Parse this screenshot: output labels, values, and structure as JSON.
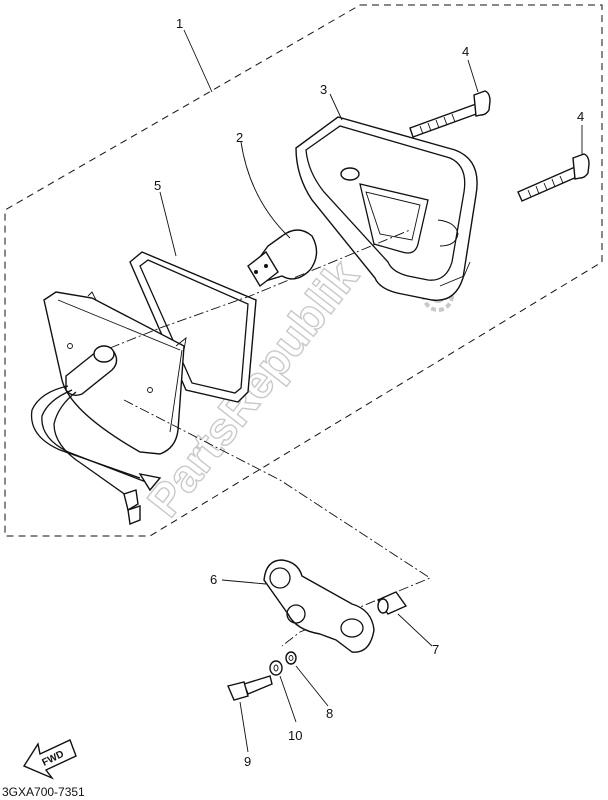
{
  "diagram": {
    "callouts": {
      "c1": "1",
      "c2": "2",
      "c3": "3",
      "c4a": "4",
      "c4b": "4",
      "c5": "5",
      "c6": "6",
      "c7": "7",
      "c8": "8",
      "c9": "9",
      "c10": "10"
    },
    "fwd_label": "FWD",
    "part_code": "3GXA700-7351",
    "watermark": "PartsRepublik"
  }
}
